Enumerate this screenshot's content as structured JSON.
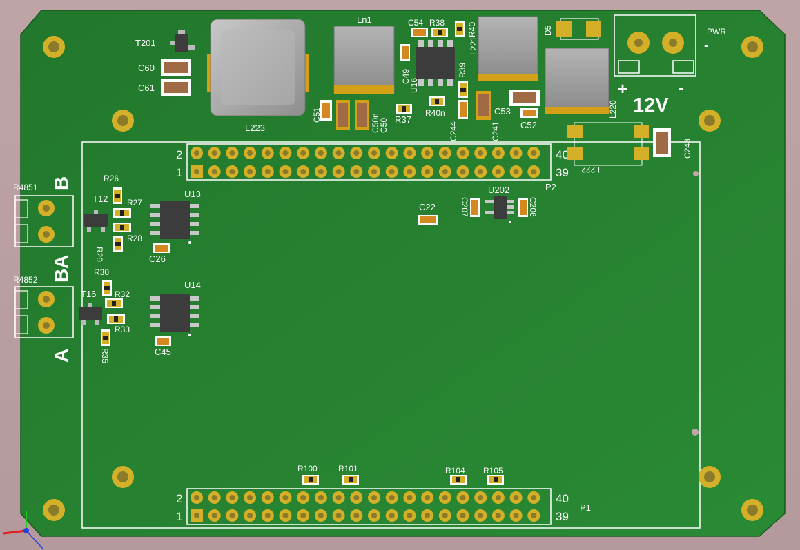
{
  "colors": {
    "pcb": "#24802f",
    "pcb_dark": "#1c6a26",
    "silk": "#ffffff",
    "gold": "#d4b028",
    "gold_hole": "#6b5a0e",
    "ic": "#3c3c3c",
    "inductor": "#a9a9a9",
    "cap_tan": "#b07a4a",
    "background": "#b89ea0"
  },
  "labels": {
    "pwr": "PWR",
    "pwr_dash": "-",
    "plus": "+",
    "minus": "-",
    "volt": "12V",
    "header_top_name": "P2",
    "header_bot_name": "P1",
    "hdr_top_2": "2",
    "hdr_top_1": "1",
    "hdr_top_40": "40",
    "hdr_top_39": "39",
    "hdr_bot_2": "2",
    "hdr_bot_1": "1",
    "hdr_bot_40": "40",
    "hdr_bot_39": "39",
    "rs485_1": "R4851",
    "rs485_2": "R4852",
    "b1": "B",
    "a1": "A",
    "b2": "B",
    "a2": "A"
  },
  "refdes": {
    "ln1": "Ln1",
    "c54": "C54",
    "r38": "R38",
    "r40": "R40",
    "d5": "D5",
    "t201": "T201",
    "c60": "C60",
    "c61": "C61",
    "l223": "L223",
    "c51": "C51",
    "c50n": "C50n",
    "c50": "C50",
    "r37": "R37",
    "c49": "C49",
    "u16": "U16",
    "r39": "R39",
    "l221": "L221",
    "r40n": "R40n",
    "c244": "C244",
    "c241": "C241",
    "c53": "C53",
    "c52": "C52",
    "l220": "L220",
    "c243": "C243",
    "l222": "L222",
    "r26": "R26",
    "t12": "T12",
    "r27": "R27",
    "u13": "U13",
    "r29": "R29",
    "r28": "R28",
    "c26": "C26",
    "c22": "C22",
    "u202": "U202",
    "c207": "C207",
    "c206": "C206",
    "r30": "R30",
    "t16": "T16",
    "r32": "R32",
    "u14": "U14",
    "r33": "R33",
    "r35": "R35",
    "c45": "C45",
    "r100": "R100",
    "r101": "R101",
    "r104": "R104",
    "r105": "R105"
  }
}
